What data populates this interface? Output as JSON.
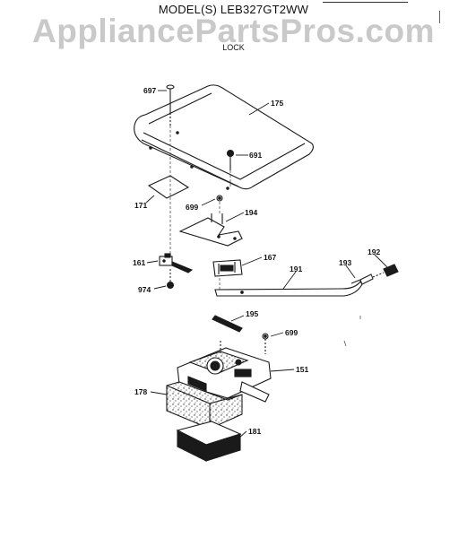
{
  "header": {
    "model_text": "MODEL(S) LEB327GT2WW",
    "watermark": "AppliancePartsPros.com",
    "section_title": "LOCK"
  },
  "callouts": {
    "p697": "697",
    "p175": "175",
    "p691": "691",
    "p171": "171",
    "p699a": "699",
    "p194": "194",
    "p161": "161",
    "p167": "167",
    "p192": "192",
    "p193": "193",
    "p191": "191",
    "p974": "974",
    "p195": "195",
    "p699b": "699",
    "p151": "151",
    "p178": "178",
    "p181": "181"
  },
  "colors": {
    "line": "#1a1a1a",
    "watermark": "#c9c9c9",
    "background": "#ffffff"
  }
}
